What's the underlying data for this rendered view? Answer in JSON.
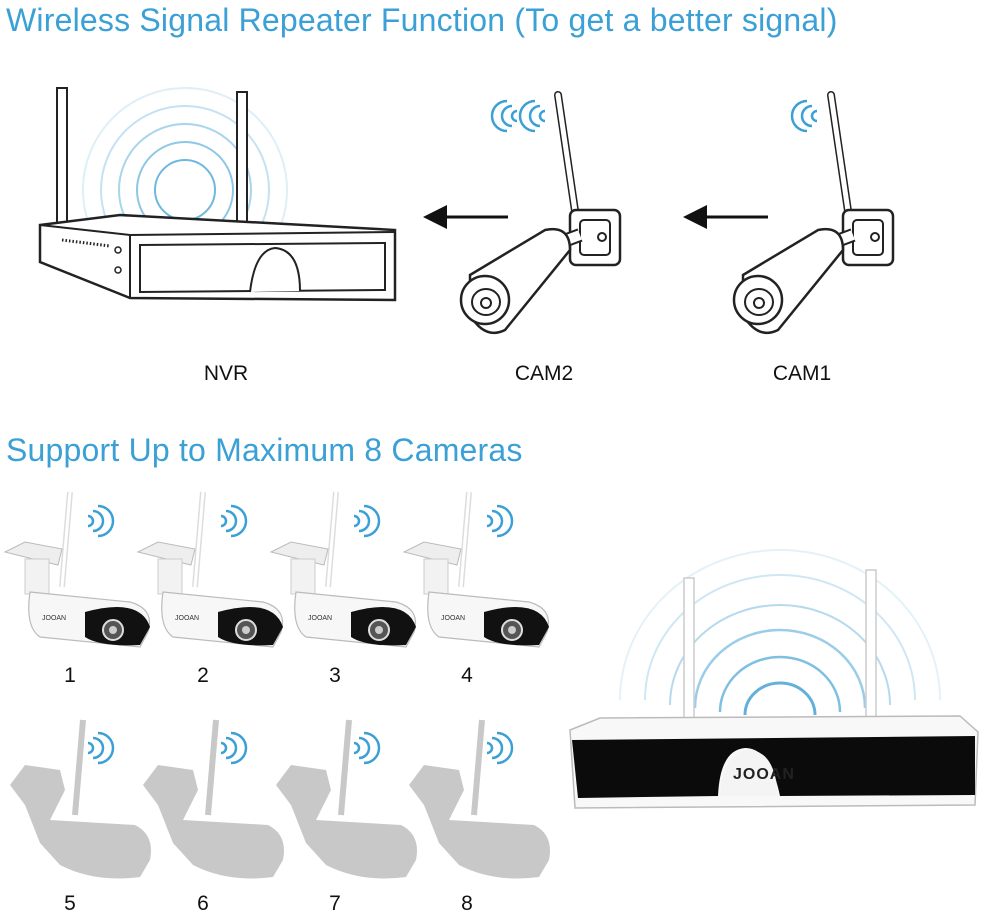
{
  "headings": {
    "repeater": "Wireless Signal Repeater Function (To get a better signal)",
    "support": "Support Up to Maximum 8 Cameras"
  },
  "repeater_devices": [
    "NVR",
    "CAM2",
    "CAM1"
  ],
  "camera_numbers": [
    "1",
    "2",
    "3",
    "4",
    "5",
    "6",
    "7",
    "8"
  ],
  "nvr_brand": "JOOAN",
  "colors": {
    "heading": "#3aa0d6",
    "wifi": "#3aa0d6",
    "ghost_camera": "#c8c8c8"
  }
}
